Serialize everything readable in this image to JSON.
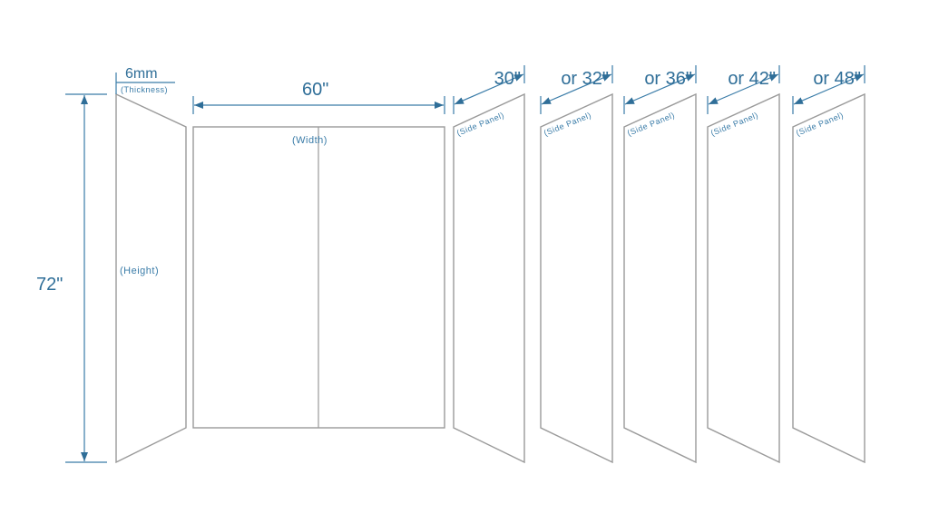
{
  "thickness": {
    "value": "6mm",
    "label": "(Thickness)"
  },
  "width": {
    "value": "60\"",
    "label": "(Width)"
  },
  "height": {
    "value": "72\"",
    "label": "(Height)"
  },
  "side_panels": [
    {
      "value": "30\"",
      "label": "(Side Panel)"
    },
    {
      "value": "or 32\"",
      "label": "(Side Panel)"
    },
    {
      "value": "or 36\"",
      "label": "(Side Panel)"
    },
    {
      "value": "or 42\"",
      "label": "(Side Panel)"
    },
    {
      "value": "or 48\"",
      "label": "(Side Panel)"
    }
  ],
  "colors": {
    "dimension": "#3a7ca8",
    "panel_stroke": "#9a9a9a"
  }
}
